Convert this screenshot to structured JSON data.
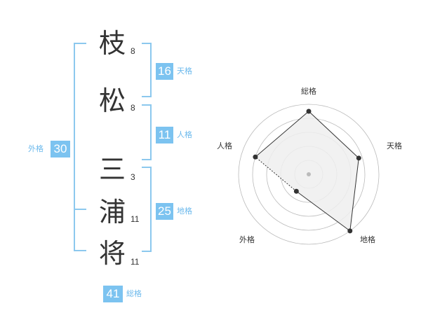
{
  "name": {
    "characters": [
      {
        "char": "枝",
        "strokes": "8"
      },
      {
        "char": "松",
        "strokes": "8"
      },
      {
        "char": "三",
        "strokes": "3"
      },
      {
        "char": "浦",
        "strokes": "11"
      },
      {
        "char": "将",
        "strokes": "11"
      }
    ]
  },
  "scores": {
    "tenkaku": {
      "label": "天格",
      "value": "16"
    },
    "jinkaku": {
      "label": "人格",
      "value": "11"
    },
    "chikaku": {
      "label": "地格",
      "value": "25"
    },
    "gaikaku": {
      "label": "外格",
      "value": "30"
    },
    "soukaku": {
      "label": "総格",
      "value": "41"
    }
  },
  "radar": {
    "axes": [
      "総格",
      "天格",
      "地格",
      "外格",
      "人格"
    ],
    "levels": [
      0.9,
      0.75,
      1.0,
      0.3,
      0.8
    ],
    "colors": {
      "fill": "#eeeeee",
      "ring": "#bbbbbb",
      "line": "#333333",
      "point": "#333333",
      "center": "#bbbbbb"
    }
  },
  "colors": {
    "accent": "#7cc3f0",
    "bracket": "#8cc8ee",
    "label": "#6cb9ec"
  }
}
